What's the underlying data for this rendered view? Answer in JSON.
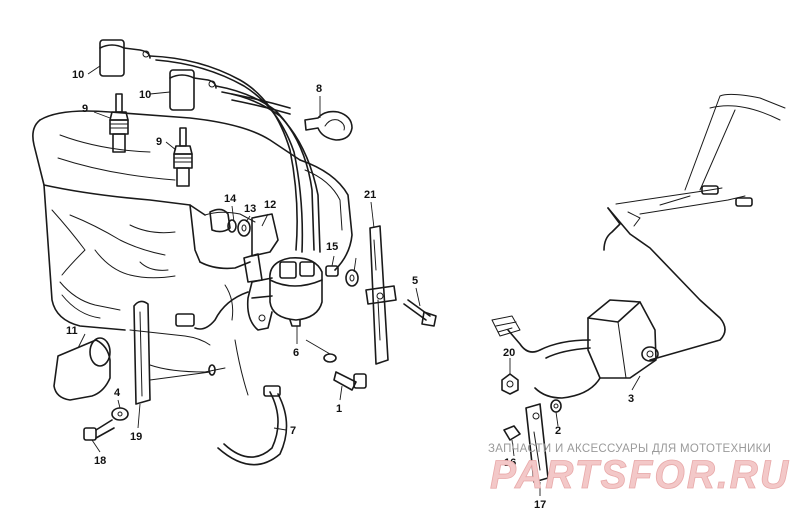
{
  "diagram": {
    "part_labels": {
      "p1": "1",
      "p2": "2",
      "p3": "3",
      "p4": "4",
      "p5": "5",
      "p6": "6",
      "p7": "7",
      "p8": "8",
      "p9a": "9",
      "p9b": "9",
      "p10a": "10",
      "p10b": "10",
      "p11": "11",
      "p12": "12",
      "p13": "13",
      "p14": "14",
      "p15": "15",
      "p16": "16",
      "p17": "17",
      "p18": "18",
      "p19": "19",
      "p20": "20",
      "p21": "21"
    }
  },
  "watermark": {
    "caption": "ЗАПЧАСТИ И АКСЕССУАРЫ ДЛЯ МОТОТЕХНИКИ",
    "logo": "PARTSFOR.RU"
  }
}
